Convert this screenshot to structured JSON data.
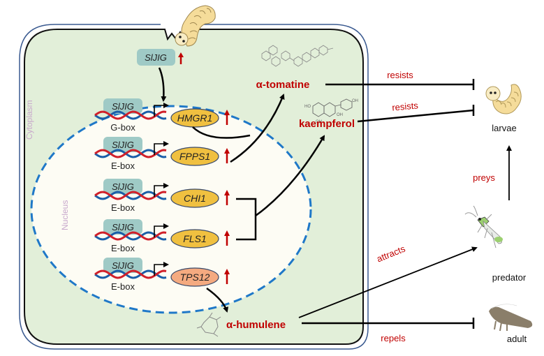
{
  "figure": {
    "regions": {
      "cytoplasm": "Cytoplasm",
      "nucleus": "Nucleus"
    },
    "regulator": {
      "cytoplasmic_label": "SlJIG",
      "upregulated": true
    },
    "genes": [
      {
        "tf": "SlJIG",
        "motif": "G-box",
        "gene": "HMGR1",
        "color": "#f0c040",
        "upregulated": true
      },
      {
        "tf": "SlJIG",
        "motif": "E-box",
        "gene": "FPPS1",
        "color": "#f0c040",
        "upregulated": true
      },
      {
        "tf": "SlJIG",
        "motif": "E-box",
        "gene": "CHI1",
        "color": "#f0c040",
        "upregulated": true
      },
      {
        "tf": "SlJIG",
        "motif": "E-box",
        "gene": "FLS1",
        "color": "#f0c040",
        "upregulated": true
      },
      {
        "tf": "SlJIG",
        "motif": "E-box",
        "gene": "TPS12",
        "color": "#f4aa80",
        "upregulated": true
      }
    ],
    "metabolites": {
      "tomatine": "α-tomatine",
      "kaempferol": "kaempferol",
      "humulene": "α-humulene"
    },
    "relations": {
      "tomatine_larvae": "resists",
      "kaempferol_larvae": "resists",
      "predator_larvae": "preys",
      "humulene_predator": "attracts",
      "humulene_adult": "repels"
    },
    "organisms": {
      "larvae": "larvae",
      "predator": "predator",
      "adult": "adult"
    },
    "colors": {
      "cytoplasm_fill": "#e2efd9",
      "nucleus_fill": "#fdfcf4",
      "nucleus_border": "#1f78c8",
      "tf_box": "#9fcac6",
      "dna_red": "#d0202a",
      "dna_blue": "#1a5ea8",
      "accent_red": "#c00000",
      "larva": "#f5dc9a"
    }
  }
}
